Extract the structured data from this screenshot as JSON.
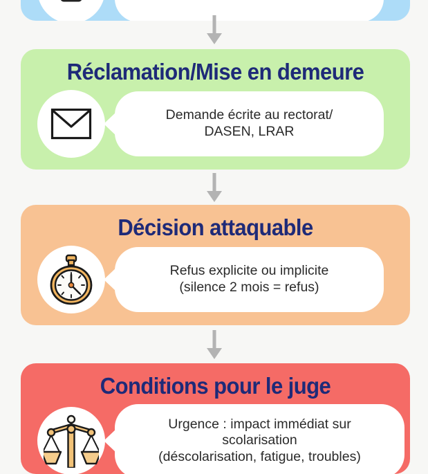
{
  "page": {
    "background_color": "#f7f7f5",
    "title_color": "#1E2A78",
    "arrow_color": "#b0b0b0"
  },
  "steps": [
    {
      "id": "step-1",
      "color": "#ADDCF8",
      "color_name": "blue",
      "title": "",
      "icon": "document-icon",
      "bubble_text": "",
      "cut_off": "top"
    },
    {
      "id": "step-2",
      "color": "#C8F0AC",
      "color_name": "green",
      "title": "Réclamation/Mise en demeure",
      "icon": "envelope-icon",
      "bubble_text": "Demande écrite au rectorat/\nDASEN, LRAR"
    },
    {
      "id": "step-3",
      "color": "#F8C293",
      "color_name": "orange",
      "title": "Décision attaquable",
      "icon": "stopwatch-icon",
      "bubble_text": "Refus explicite ou implicite\n(silence 2 mois = refus)"
    },
    {
      "id": "step-4",
      "color": "#F56B66",
      "color_name": "red",
      "title": "Conditions pour le juge",
      "icon": "scales-of-justice-icon",
      "bubble_text": "Urgence : impact immédiat sur scolarisation\n(déscolarisation, fatigue, troubles)",
      "cut_off": "bottom"
    }
  ],
  "connectors": [
    {
      "id": "arrow-1",
      "from": "step-1",
      "to": "step-2",
      "glyph": "down-arrow-icon"
    },
    {
      "id": "arrow-2",
      "from": "step-2",
      "to": "step-3",
      "glyph": "down-arrow-icon"
    },
    {
      "id": "arrow-3",
      "from": "step-3",
      "to": "step-4",
      "glyph": "down-arrow-icon"
    }
  ]
}
